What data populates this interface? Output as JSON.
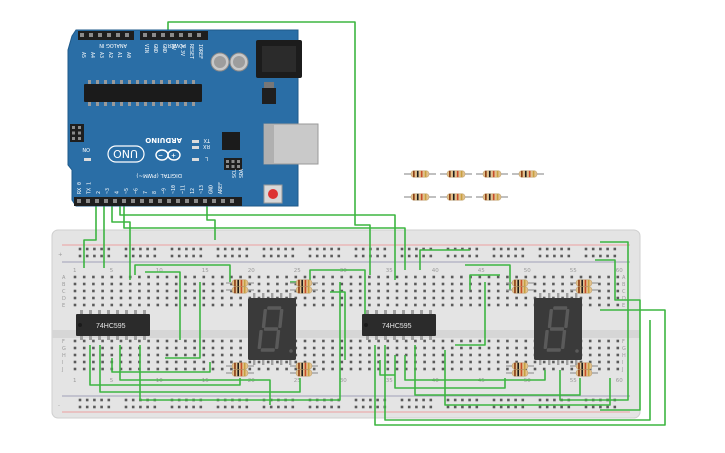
{
  "arduino": {
    "brand": "ARDUINO",
    "model": "UNO",
    "header_digital": "DIGITAL (PWM~)",
    "header_analog": "ANALOG IN",
    "header_power": "POWER",
    "led_labels": [
      "TX",
      "RX",
      "L"
    ],
    "on_label": "ON",
    "analog_pins": [
      "A5",
      "A4",
      "A3",
      "A2",
      "A1",
      "A0"
    ],
    "power_pins": [
      "VIN",
      "GND",
      "GND",
      "5V",
      "3.3V",
      "RESET",
      "IOREF"
    ],
    "digital_pins": [
      "AREF",
      "GND",
      "~13",
      "12",
      "~11",
      "~10",
      "~9",
      "8",
      "7",
      "~6",
      "~5",
      "4",
      "~3",
      "2",
      "TX 1",
      "RX 0"
    ],
    "side_pins": [
      "SCL",
      "SDA"
    ],
    "colors": {
      "board": "#2a6ea6",
      "header": "#1e1e1e",
      "wire": "#3db541"
    }
  },
  "breadboard": {
    "column_numbers": [
      "1",
      "5",
      "10",
      "15",
      "20",
      "25",
      "30",
      "35",
      "40",
      "45",
      "50",
      "55",
      "60"
    ],
    "row_letters_top": [
      "A",
      "B",
      "C",
      "D",
      "E"
    ],
    "row_letters_bottom": [
      "F",
      "G",
      "H",
      "I",
      "J"
    ],
    "rail_plus": "+",
    "rail_minus": "-"
  },
  "chips": [
    {
      "label": "74HC595"
    },
    {
      "label": "74HC595"
    }
  ],
  "displays": [
    {
      "digit": "8"
    },
    {
      "digit": "8"
    }
  ]
}
